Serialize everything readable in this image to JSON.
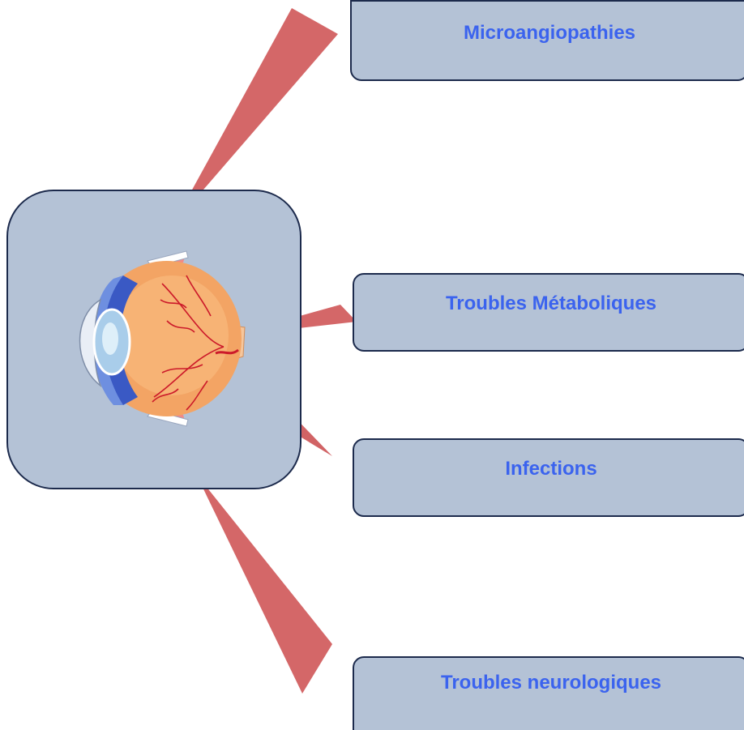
{
  "diagram": {
    "boxes": {
      "microangiopathies": "Microangiopathies",
      "metabolic": "Troubles Métaboliques",
      "infections": "Infections",
      "neurological": "Troubles neurologiques"
    },
    "colors": {
      "box_fill": "#b4c2d6",
      "box_border": "#1c2a4c",
      "label_text": "#3b63ee",
      "pointer": "#d25f60",
      "eye_sclera": "#f3a464",
      "eye_vessels": "#cc1a2a",
      "eye_iris": "#3a59c4"
    },
    "eye_illustration": "eye-anatomy-icon"
  }
}
